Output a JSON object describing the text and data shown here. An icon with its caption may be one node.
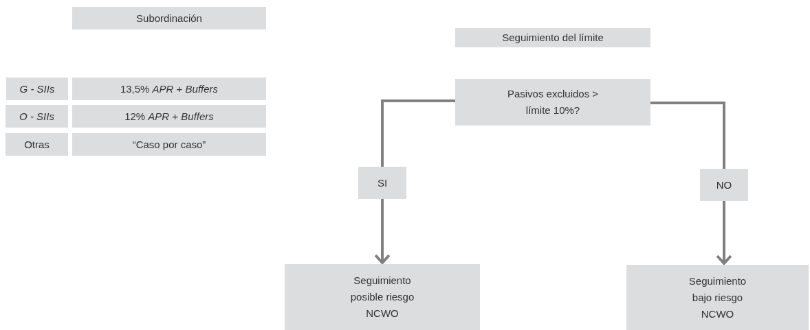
{
  "diagram": {
    "nodes": [
      {
        "text": [
          "Subordinación"
        ]
      },
      {
        "text": [
          "G - SIIs"
        ]
      },
      {
        "text": [
          "13,5% *APR* + *Buffers*"
        ]
      },
      {
        "text": [
          "O - SIIs"
        ]
      },
      {
        "text": [
          "12% *APR* + *Buffers*"
        ]
      },
      {
        "text": [
          "Otras"
        ]
      },
      {
        "text": [
          "“Caso por caso”"
        ]
      },
      {
        "text": [
          "Seguimiento del límite"
        ]
      },
      {
        "text": [
          "Pasivos excluidos > límite 10%?"
        ]
      },
      {
        "text": [
          "SI"
        ]
      },
      {
        "text": [
          "NO"
        ]
      },
      {
        "text": [
          "Seguimiento posible riesgo NCWO"
        ]
      },
      {
        "text": [
          "Seguimiento bajo riesgo NCWO"
        ]
      }
    ],
    "edges": [
      {
        "from": 8,
        "to": 9,
        "arrow": "none"
      },
      {
        "from": 9,
        "to": 11,
        "arrow": "to"
      },
      {
        "from": 8,
        "to": 10,
        "arrow": "none"
      },
      {
        "from": 10,
        "to": 12,
        "arrow": "to"
      }
    ]
  }
}
